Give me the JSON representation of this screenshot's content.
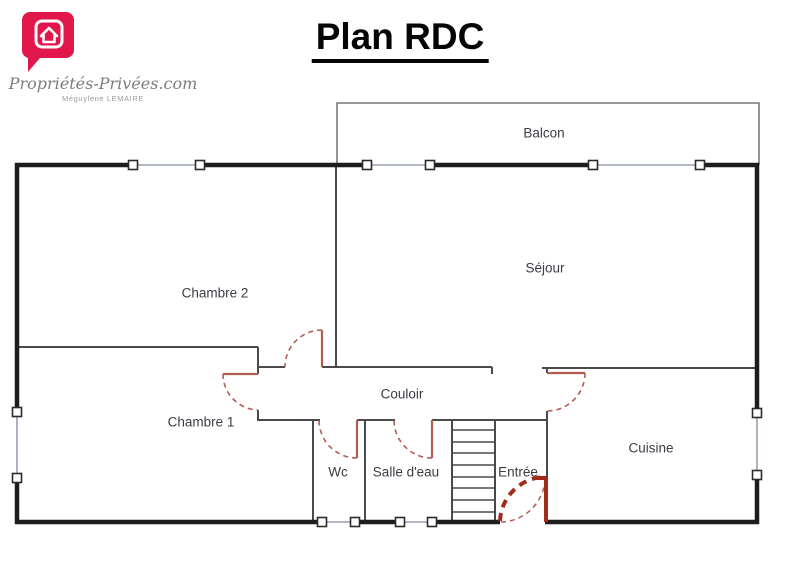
{
  "header": {
    "title": "Plan RDC",
    "logo": {
      "icon": "speech-bubble-house-icon",
      "brand": "Propriétés-Privées.com",
      "agent": "Méguylène LEMAIRE"
    }
  },
  "plan": {
    "rooms": [
      {
        "id": "balcon",
        "label": "Balcon"
      },
      {
        "id": "sejour",
        "label": "Séjour"
      },
      {
        "id": "chambre2",
        "label": "Chambre 2"
      },
      {
        "id": "chambre1",
        "label": "Chambre 1"
      },
      {
        "id": "couloir",
        "label": "Couloir"
      },
      {
        "id": "wc",
        "label": "Wc"
      },
      {
        "id": "salle-deau",
        "label": "Salle d'eau"
      },
      {
        "id": "entree",
        "label": "Entrée"
      },
      {
        "id": "cuisine",
        "label": "Cuisine"
      }
    ],
    "features": [
      "stairs",
      "doors",
      "windows",
      "balcony"
    ]
  },
  "colors": {
    "brand_pink": "#e1174b",
    "outer_wall": "#1d1d1d",
    "interior_wall": "#4a4a4a",
    "window_line": "#9aa0b5",
    "door_arc": "#b35c52",
    "entry_door": "#a32b1e",
    "label_text": "#3c3c45"
  }
}
